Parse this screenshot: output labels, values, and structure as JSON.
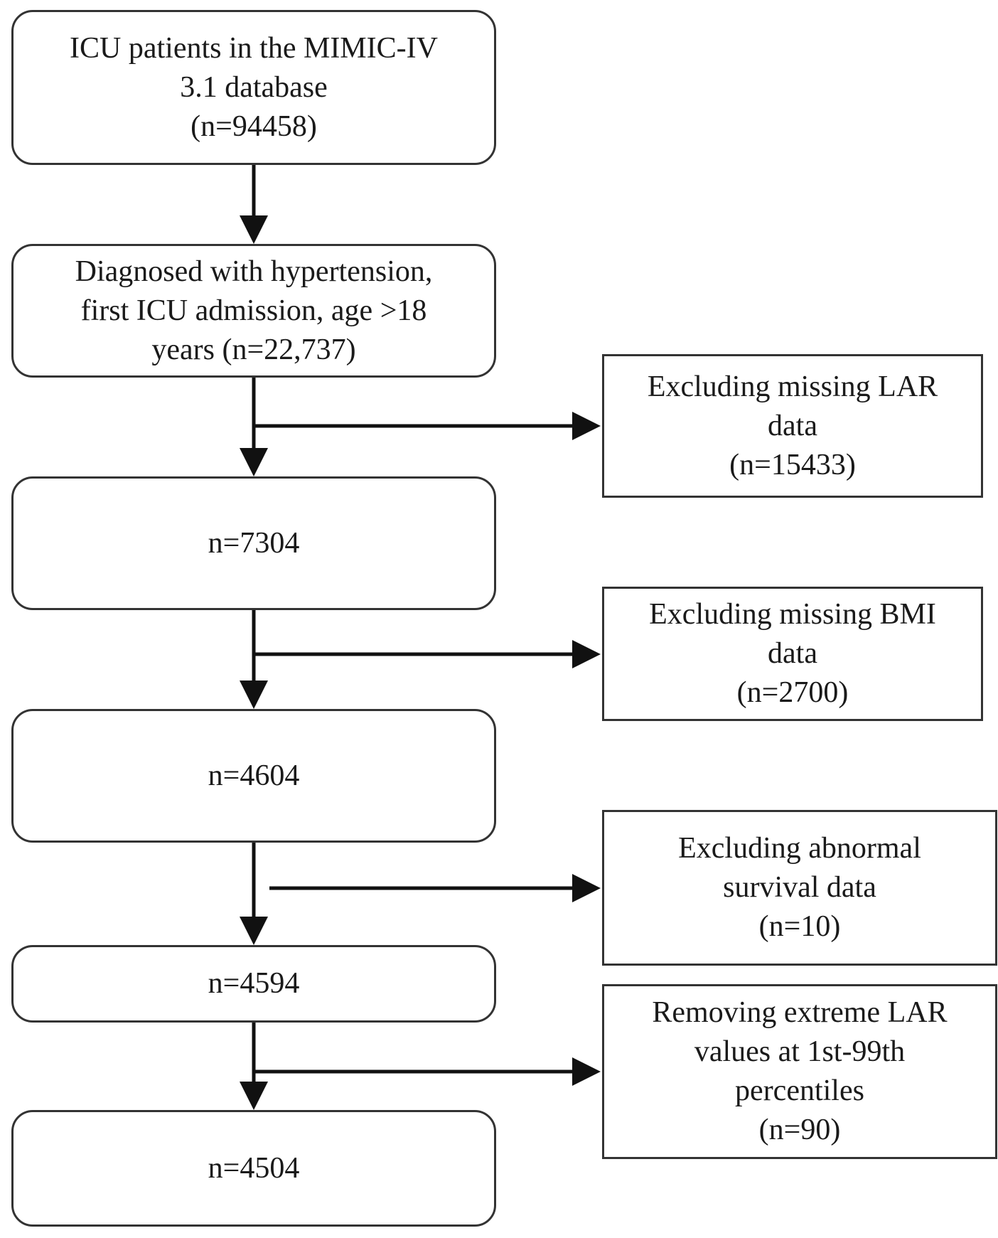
{
  "main_boxes": [
    {
      "lines": [
        "ICU patients in the MIMIC-IV",
        "3.1 database",
        "(n=94458)"
      ]
    },
    {
      "lines": [
        "Diagnosed with hypertension,",
        "first ICU admission, age >18",
        "years (n=22,737)"
      ]
    },
    {
      "lines": [
        "n=7304"
      ]
    },
    {
      "lines": [
        "n=4604"
      ]
    },
    {
      "lines": [
        "n=4594"
      ]
    },
    {
      "lines": [
        "n=4504"
      ]
    }
  ],
  "exclusion_boxes": [
    {
      "lines": [
        "Excluding missing LAR",
        "data",
        "(n=15433)"
      ]
    },
    {
      "lines": [
        "Excluding missing BMI",
        "data",
        "(n=2700)"
      ]
    },
    {
      "lines": [
        "Excluding abnormal",
        "survival data",
        "(n=10)"
      ]
    },
    {
      "lines": [
        "Removing extreme LAR",
        "values at 1st-99th",
        "percentiles",
        "(n=90)"
      ]
    }
  ]
}
